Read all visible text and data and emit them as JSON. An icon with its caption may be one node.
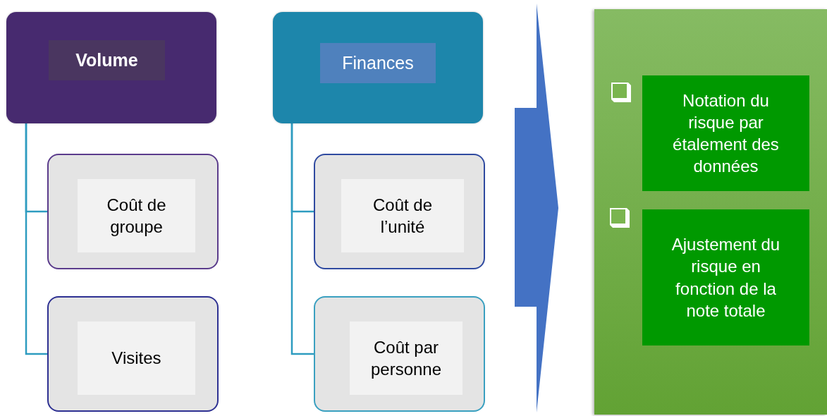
{
  "diagram": {
    "nodes": [
      {
        "text": [
          "Volume"
        ]
      },
      {
        "text": [
          "Coût de groupe"
        ]
      },
      {
        "text": [
          "Visites"
        ]
      },
      {
        "text": [
          "Finances"
        ]
      },
      {
        "text": [
          "Coût de l’unité"
        ]
      },
      {
        "text": [
          "Coût par personne"
        ]
      },
      {
        "text": [],
        "shape": "arrow"
      },
      {
        "text": [],
        "shape": "box"
      },
      {
        "text": [
          "Notation du risque par étalement des données"
        ],
        "in": 7
      },
      {
        "text": [
          "Ajustement du risque en fonction de la note totale"
        ],
        "in": 7
      }
    ],
    "edges": [
      {
        "from": 0,
        "to": 1,
        "arrow": "none"
      },
      {
        "from": 0,
        "to": 2,
        "arrow": "none"
      },
      {
        "from": 3,
        "to": 4,
        "arrow": "none"
      },
      {
        "from": 3,
        "to": 5,
        "arrow": "none"
      }
    ]
  }
}
